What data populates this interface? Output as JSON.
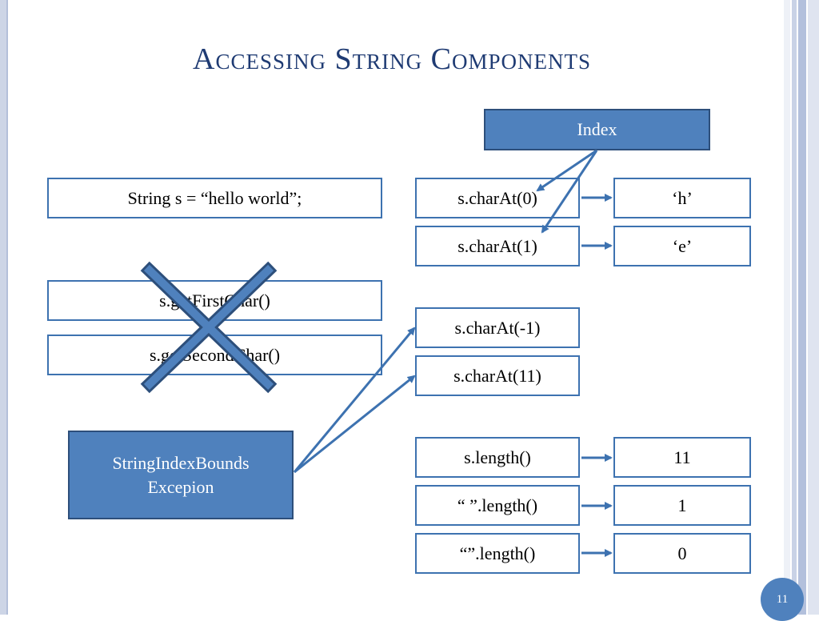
{
  "title": "Accessing String Components",
  "boxes": {
    "index": "Index",
    "string_decl": "String s = “hello world”;",
    "get_first_char": "s.getFirstChar()",
    "get_second_char": "s.getSecondChar()",
    "exception": "StringIndexBounds\nExcepion",
    "char_at_0": "s.charAt(0)",
    "char_at_1": "s.charAt(1)",
    "char_at_neg1": "s.charAt(-1)",
    "char_at_11": "s.charAt(11)",
    "length": "s.length()",
    "space_length": "“ ”.length()",
    "empty_length": "“”.length()",
    "result_h": "‘h’",
    "result_e": "‘e’",
    "result_11": "11",
    "result_1": "1",
    "result_0": "0"
  },
  "page_number": "11",
  "colors": {
    "accent": "#4f81bd",
    "title": "#1f3b73",
    "arrow": "#3d72b0"
  }
}
